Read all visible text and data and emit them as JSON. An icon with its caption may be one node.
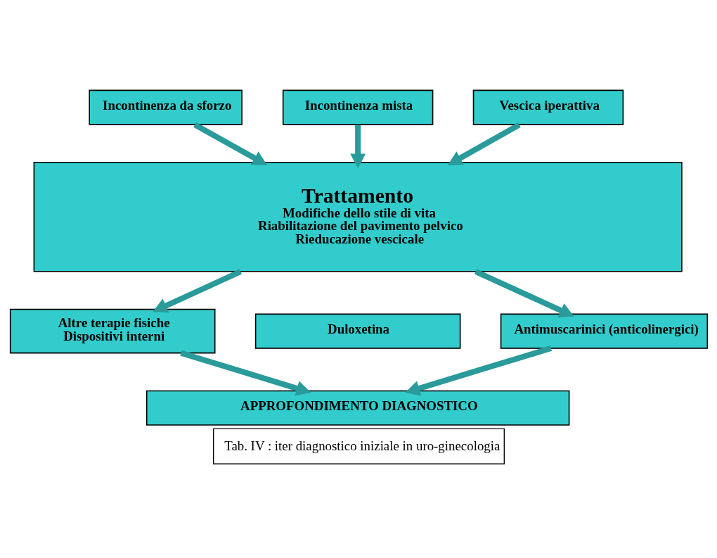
{
  "diagram": {
    "caption": "Tab. IV : iter diagnostico iniziale in uro-ginecologia",
    "nodes": [
      {
        "text": [
          "Incontinenza da sforzo"
        ]
      },
      {
        "text": [
          "Incontinenza mista"
        ]
      },
      {
        "text": [
          "Vescica iperattiva"
        ]
      },
      {
        "text": [
          "Trattamento",
          "Modifiche dello stile di vita",
          "Riabilitazione del pavimento pelvico",
          "Rieducazione vescicale"
        ]
      },
      {
        "text": [
          "Altre terapie fisiche",
          "Dispositivi interni"
        ]
      },
      {
        "text": [
          "Duloxetina"
        ]
      },
      {
        "text": [
          "Antimuscarinici (anticolinergici)"
        ]
      },
      {
        "text": [
          "APPROFONDIMENTO DIAGNOSTICO"
        ]
      }
    ],
    "edges": [
      {
        "from": 0,
        "to": 3,
        "arrow": "to"
      },
      {
        "from": 1,
        "to": 3,
        "arrow": "to"
      },
      {
        "from": 2,
        "to": 3,
        "arrow": "to"
      },
      {
        "from": 3,
        "to": 4,
        "arrow": "to"
      },
      {
        "from": 3,
        "to": 6,
        "arrow": "to"
      },
      {
        "from": 4,
        "to": 7,
        "arrow": "to"
      },
      {
        "from": 6,
        "to": 7,
        "arrow": "to"
      }
    ]
  }
}
